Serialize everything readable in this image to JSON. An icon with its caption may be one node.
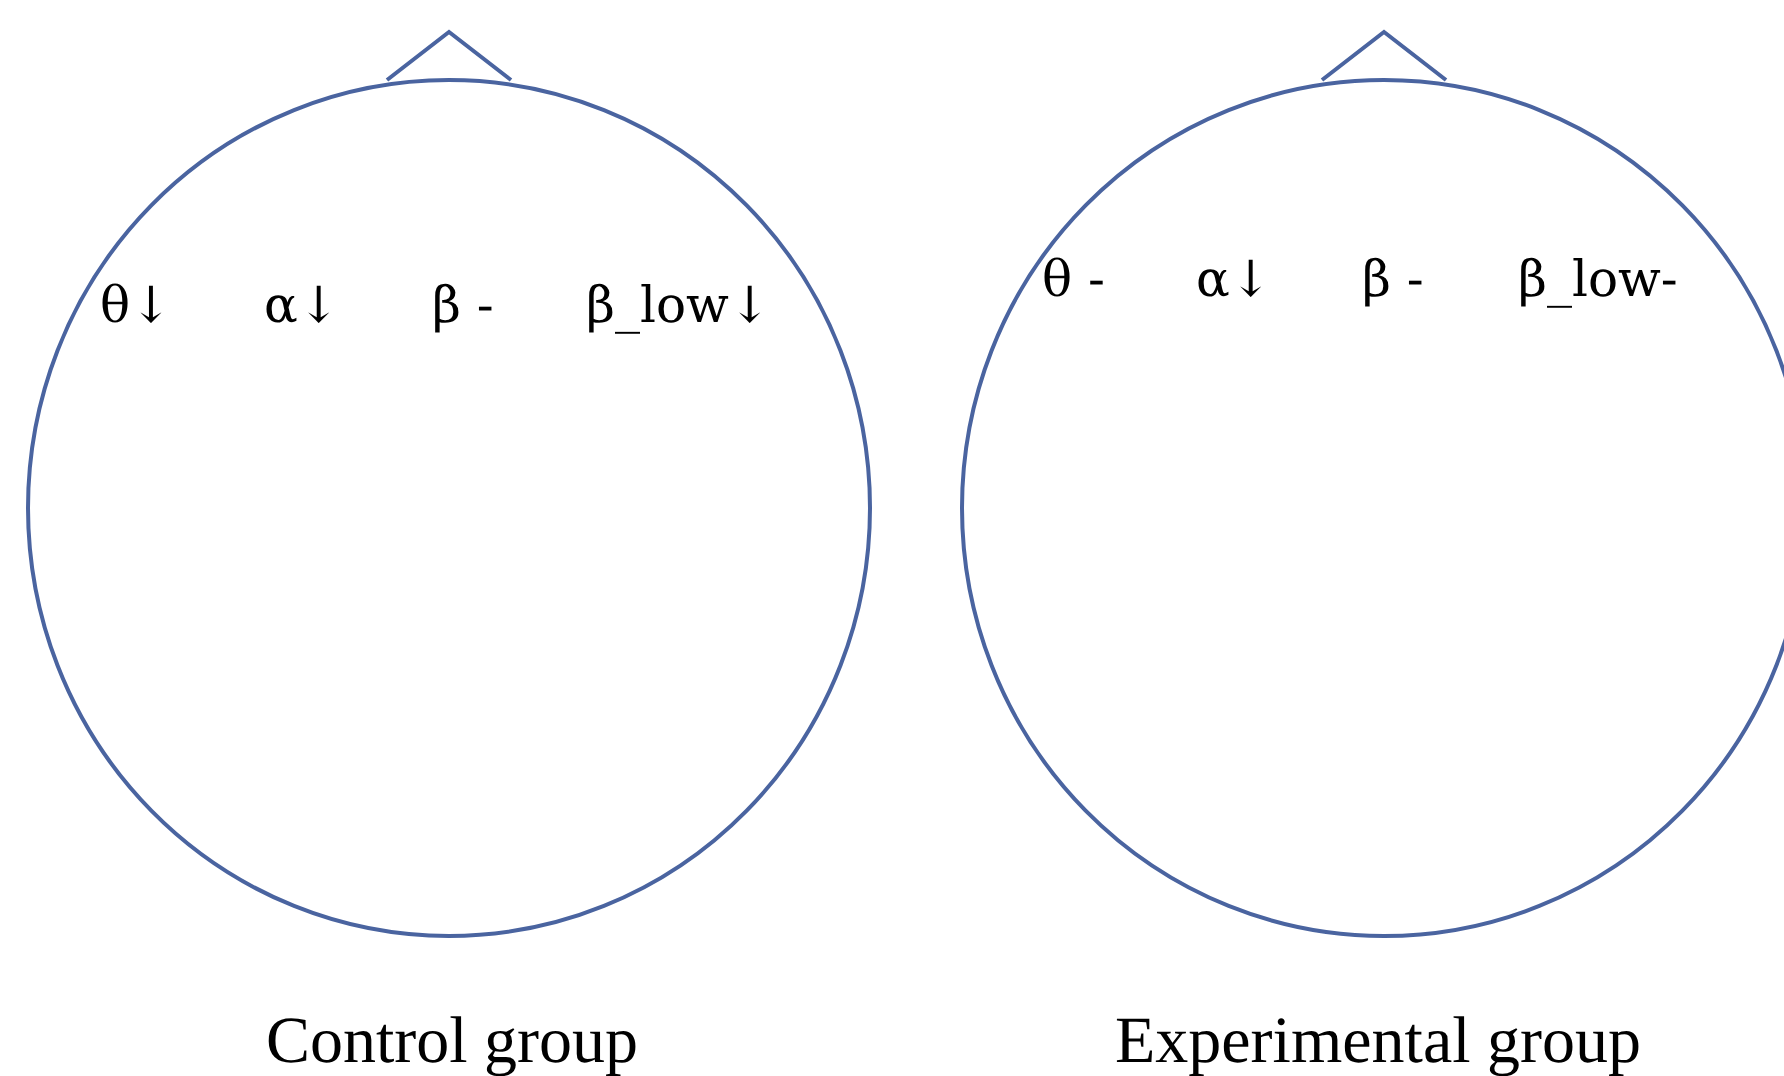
{
  "diagram": {
    "nodes": [
      {
        "text": [
          "θ↓",
          "α↓",
          "β -",
          "β_low↓"
        ],
        "beside": [
          "Control group"
        ]
      },
      {
        "text": [
          "θ -",
          "α↓",
          "β -",
          "β_low-"
        ],
        "beside": [
          "Experimental group"
        ]
      }
    ]
  }
}
